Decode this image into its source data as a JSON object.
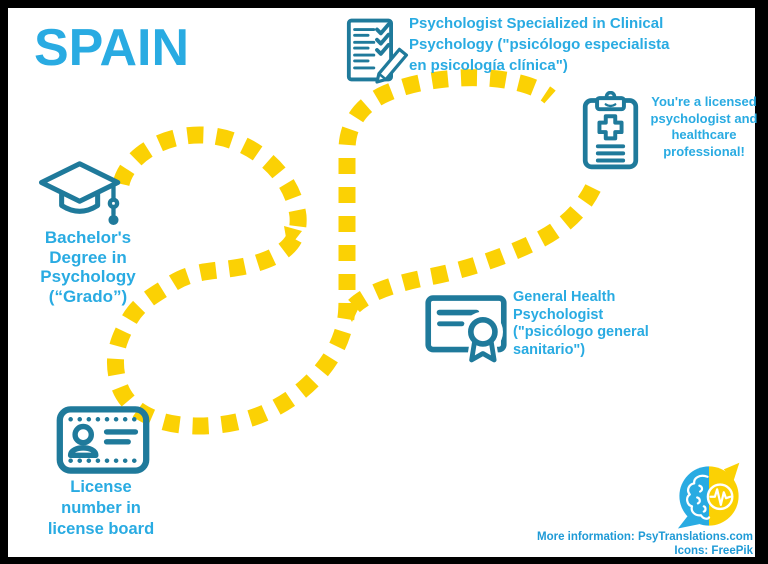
{
  "title": "SPAIN",
  "colors": {
    "accent_cyan": "#29ABE2",
    "icon_teal": "#1F7A9B",
    "path_yellow": "#FBD104",
    "footer_blue": "#1E9AD6",
    "background": "#FFFFFF",
    "frame_black": "#000000"
  },
  "stations": {
    "bachelor": {
      "icon": "graduation-cap-icon",
      "lines": [
        "Bachelor's",
        "Degree in",
        "Psychology",
        "(“Grado”)"
      ]
    },
    "clinical": {
      "icon": "checklist-pencil-icon",
      "lines": [
        "Psychologist Specialized in Clinical",
        "Psychology (\"psicólogo especialista",
        "en psicología clínica\")"
      ]
    },
    "licensed": {
      "icon": "medical-clipboard-icon",
      "lines": [
        "You're a licensed",
        "psychologist and",
        "healthcare",
        "professional!"
      ]
    },
    "general_health": {
      "icon": "certificate-icon",
      "lines": [
        "General Health",
        "Psychologist",
        "(\"psicólogo general",
        "sanitario\")"
      ]
    },
    "license_number": {
      "icon": "id-card-icon",
      "lines": [
        "License",
        "number in",
        "license board"
      ]
    }
  },
  "footer": {
    "more_info": "More information: PsyTranslations.com",
    "icons_credit": "Icons: FreePik"
  },
  "logo": {
    "name": "psytranslations-logo"
  }
}
